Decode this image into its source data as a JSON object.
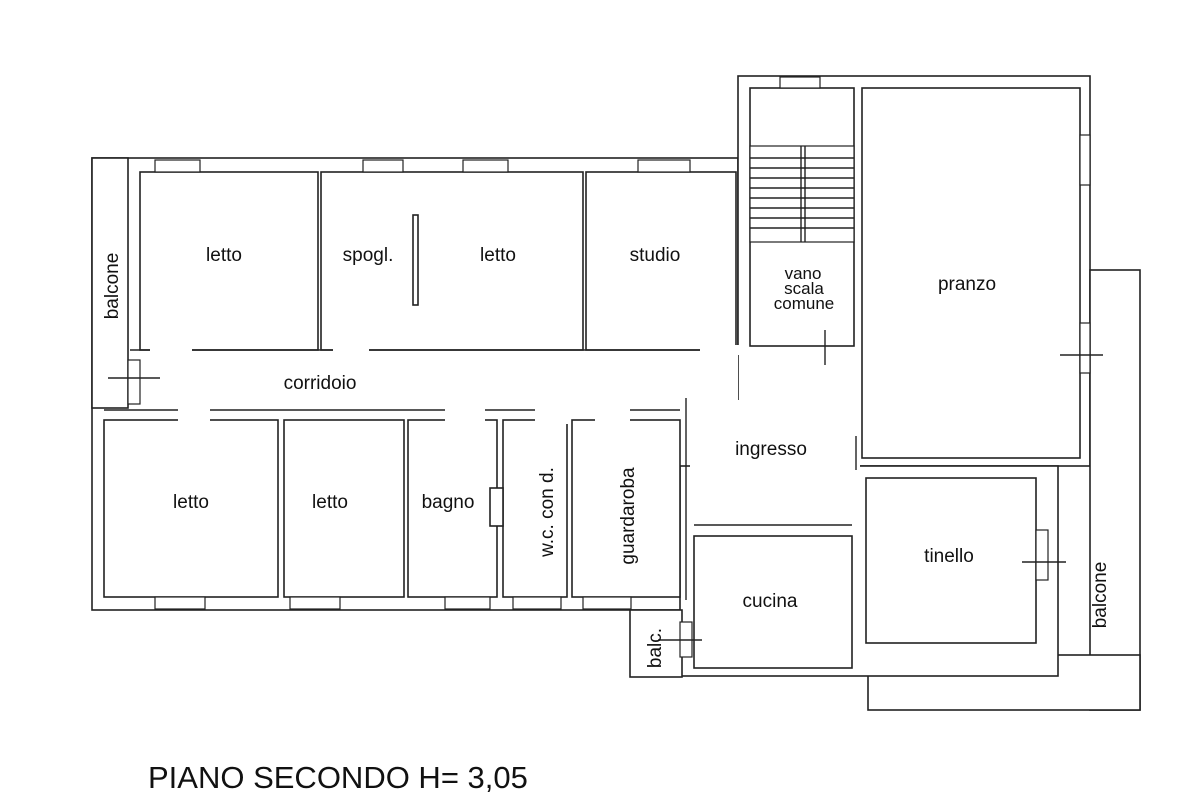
{
  "plan": {
    "title": "PIANO SECONDO H= 3,05",
    "rooms": {
      "balcone_left": "balcone",
      "letto_1": "letto",
      "spogliatoio": "spogl.",
      "letto_2": "letto",
      "studio": "studio",
      "vano_scala_1": "vano",
      "vano_scala_2": "scala",
      "vano_scala_3": "comune",
      "pranzo": "pranzo",
      "corridoio": "corridoio",
      "ingresso": "ingresso",
      "letto_3": "letto",
      "letto_4": "letto",
      "bagno": "bagno",
      "wc": "w.c. con d.",
      "guardaroba": "guardaroba",
      "tinello": "tinello",
      "cucina": "cucina",
      "balc_small": "balc.",
      "balcone_right": "balcone"
    }
  }
}
